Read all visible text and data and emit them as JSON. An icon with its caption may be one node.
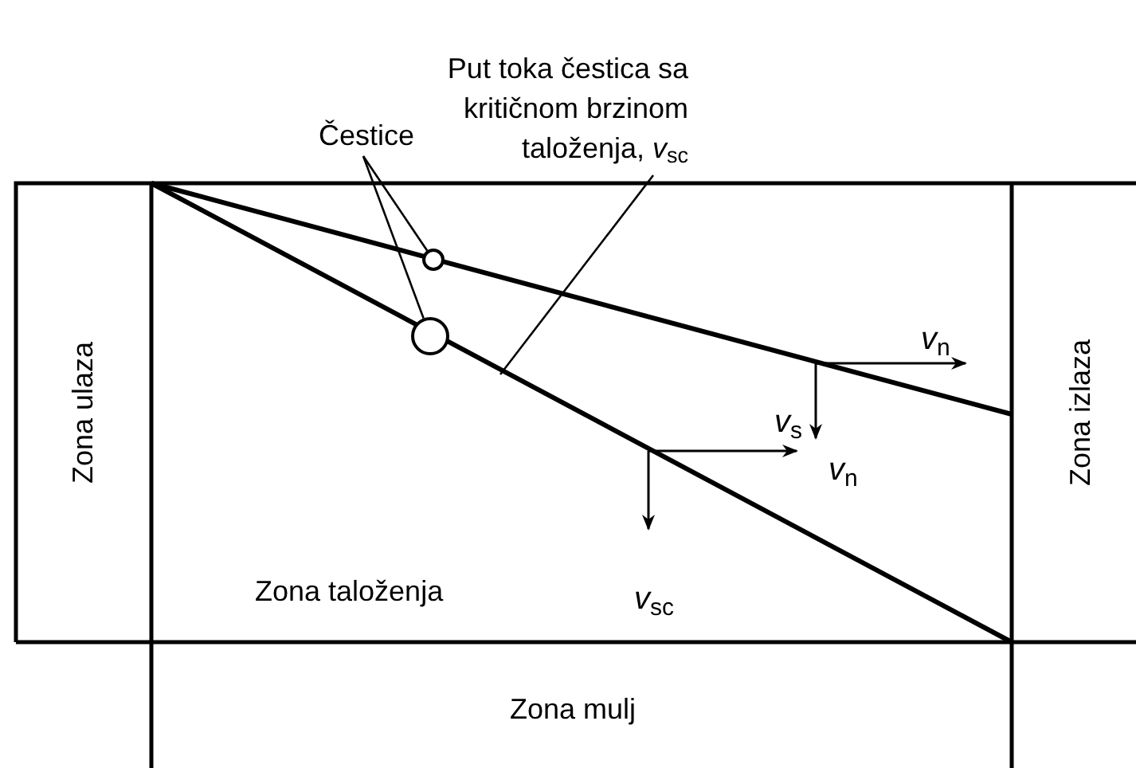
{
  "diagram": {
    "nodes": [
      {
        "text": [
          "Čestice"
        ]
      },
      {
        "text": [],
        "shape": "circle"
      },
      {
        "text": [],
        "shape": "circle"
      },
      {
        "text": [
          "Put toka čestica sa kritičnom brzinom taloženja, *v*$_{sc}$"
        ]
      }
    ],
    "edges": [
      {
        "from": 0,
        "to": 1,
        "arrow": "none"
      },
      {
        "from": 0,
        "to": 2,
        "arrow": "none"
      },
      {
        "from": 3,
        "to": null,
        "arrow": "none"
      }
    ],
    "labels": [
      "*v*$_{n}$",
      "*v*$_{s}$",
      "*v*$_{n}$",
      "*v*$_{sc}$",
      "Zona ulaza",
      "Zona taloženja",
      "Zona izlaza",
      "Zona mulj"
    ]
  }
}
